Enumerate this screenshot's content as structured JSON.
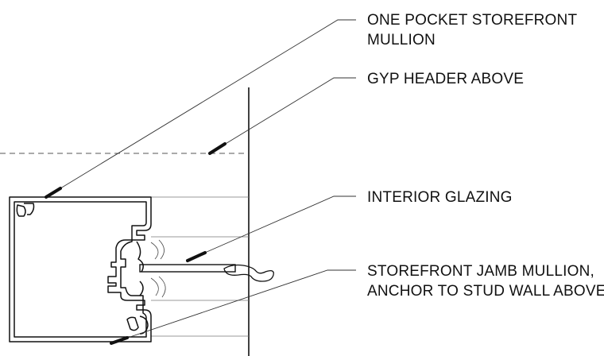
{
  "colors": {
    "background": "#ffffff",
    "linework": "#111111",
    "leader": "#333333",
    "hidden_line": "#555555"
  },
  "callouts": [
    {
      "id": "mullion",
      "lines": [
        "ONE POCKET STOREFRONT",
        "MULLION"
      ]
    },
    {
      "id": "gyp-header",
      "lines": [
        "GYP HEADER ABOVE"
      ]
    },
    {
      "id": "glazing",
      "lines": [
        "INTERIOR GLAZING"
      ]
    },
    {
      "id": "jamb",
      "lines": [
        "STOREFRONT JAMB MULLION,",
        "ANCHOR TO STUD WALL ABOVE"
      ]
    }
  ]
}
